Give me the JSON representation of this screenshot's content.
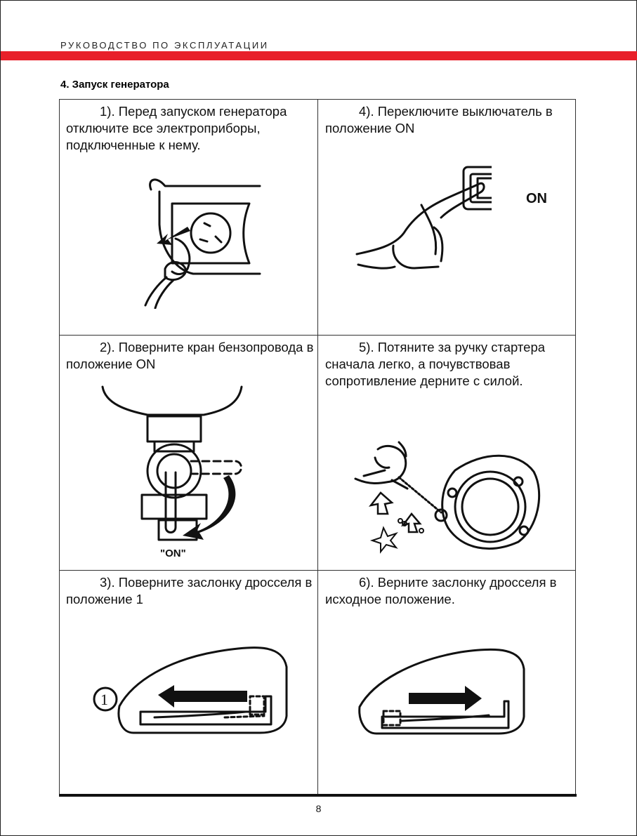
{
  "header": {
    "title": "РУКОВОДСТВО ПО ЭКСПЛУАТАЦИИ",
    "accent_color": "#e8202a"
  },
  "section": {
    "title": "4. Запуск генератора"
  },
  "steps": [
    {
      "text": "1). Перед запуском генератора отключите все электроприборы, подключенные к нему."
    },
    {
      "text": "4). Переключите выключатель в положение ON",
      "illustration_label": "ON"
    },
    {
      "text": "2). Поверните кран бензопровода в положение ON",
      "illustration_label": "\"ON\""
    },
    {
      "text": "5). Потяните за ручку стартера сначала легко, а почувствовав сопротивление дерните с силой."
    },
    {
      "text": "3). Поверните заслонку дросселя в положение 1",
      "illustration_label": "1"
    },
    {
      "text": "6). Верните заслонку дросселя в исходное положение."
    }
  ],
  "footer": {
    "page_number": "8"
  }
}
